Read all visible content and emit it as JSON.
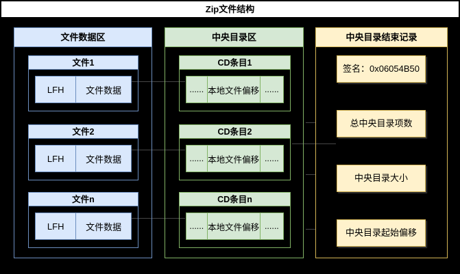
{
  "title": "Zip文件结构",
  "palette": {
    "background": "#000000",
    "titlebar_bg": "#ffffff",
    "blue_fill": "#dae8fc",
    "blue_stroke": "#6c8ebf",
    "green_fill": "#d5e8d4",
    "green_stroke": "#82b366",
    "yellow_fill": "#fff2cc",
    "yellow_stroke": "#d6b656",
    "connector": "#474747"
  },
  "columns": [
    {
      "header": "文件数据区",
      "groups": [
        {
          "title": "文件1",
          "cells": [
            "LFH",
            "文件数据"
          ]
        },
        {
          "title": "文件2",
          "cells": [
            "LFH",
            "文件数据"
          ]
        },
        {
          "title": "文件n",
          "cells": [
            "LFH",
            "文件数据"
          ]
        }
      ]
    },
    {
      "header": "中央目录区",
      "groups": [
        {
          "title": "CD条目1",
          "cells": [
            "......",
            "本地文件偏移",
            "......"
          ]
        },
        {
          "title": "CD条目2",
          "cells": [
            "......",
            "本地文件偏移",
            "......"
          ]
        },
        {
          "title": "CD条目n",
          "cells": [
            "......",
            "本地文件偏移",
            "......"
          ]
        }
      ]
    },
    {
      "header": "中央目录结束记录",
      "fields": [
        "签名：0x06054B50",
        "总中央目录项数",
        "中央目录大小",
        "中央目录起始偏移"
      ]
    }
  ]
}
